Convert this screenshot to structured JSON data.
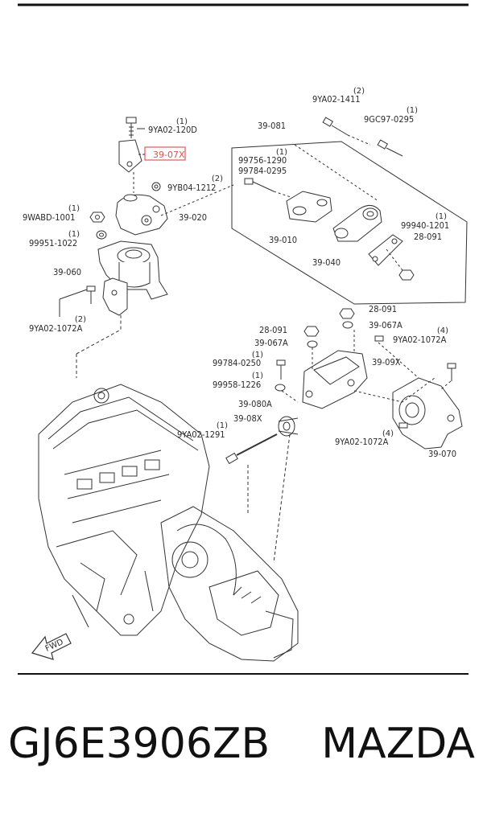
{
  "callouts": {
    "bolt_top_left": {
      "label": "9YA02-120D",
      "qty": "(1)"
    },
    "highlight": {
      "label": "39-07X"
    },
    "nut_yb04": {
      "label": "9YB04-1212",
      "qty": "(2)"
    },
    "nut_wabd": {
      "label": "9WABD-1001",
      "qty": "(1)"
    },
    "washer_99951": {
      "label": "99951-1022",
      "qty": "(1)"
    },
    "mount_020": {
      "label": "39-020"
    },
    "mount_060": {
      "label": "39-060"
    },
    "bolt_1072_left": {
      "label": "9YA02-1072A",
      "qty": "(2)"
    },
    "group_081": {
      "label": "39-081"
    },
    "bolt_1411": {
      "label": "9YA02-1411",
      "qty": "(2)"
    },
    "bolt_0295": {
      "label": "9GC97-0295",
      "qty": "(1)"
    },
    "bolt_99756": {
      "label": "99756-1290",
      "qty": "(1)"
    },
    "bolt_99784_0295": {
      "label": "99784-0295"
    },
    "part_010": {
      "label": "39-010"
    },
    "part_040": {
      "label": "39-040"
    },
    "nut_99940": {
      "label": "99940-1201",
      "qty": "(1)"
    },
    "nut_28091_a": {
      "label": "28-091"
    },
    "nut_28091_b": {
      "label": "28-091"
    },
    "washer_067a_b": {
      "label": "39-067A"
    },
    "nut_28091_c": {
      "label": "28-091"
    },
    "washer_067a_c": {
      "label": "39-067A"
    },
    "bolt_1072_right": {
      "label": "9YA02-1072A",
      "qty": "(4)"
    },
    "part_09x": {
      "label": "39-09X"
    },
    "bolt_99784_0250": {
      "label": "99784-0250",
      "qty": "(1)"
    },
    "washer_99958": {
      "label": "99958-1226",
      "qty": "(1)"
    },
    "part_080a": {
      "label": "39-080A"
    },
    "part_08x": {
      "label": "39-08X"
    },
    "bolt_1291": {
      "label": "9YA02-1291",
      "qty": "(1)"
    },
    "bolt_1072_mid": {
      "label": "9YA02-1072A",
      "qty": "(4)"
    },
    "part_070": {
      "label": "39-070"
    },
    "fwd": {
      "label": "FWD"
    }
  },
  "caption": {
    "part_number": "GJ6E3906ZB",
    "brand": "MAZDA"
  },
  "colors": {
    "highlight": "#e05a5a",
    "ink": "#2a2a2a"
  }
}
